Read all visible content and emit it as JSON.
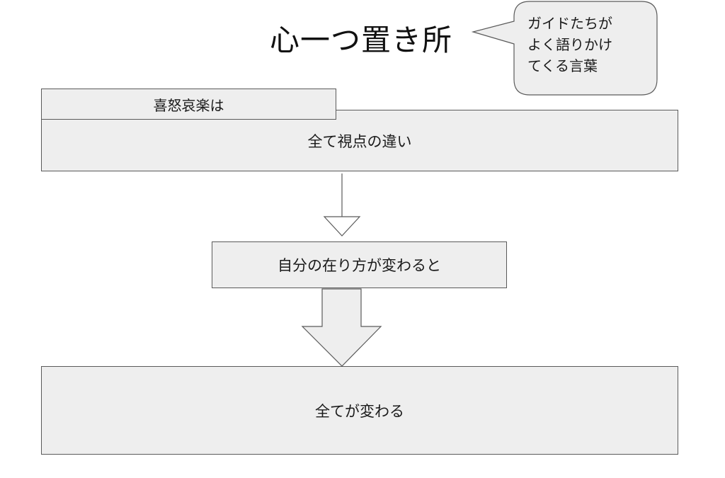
{
  "title": "心一つ置き所",
  "callout": {
    "lines": [
      "ガイドたちが",
      "よく語りかけ",
      "てくる言葉"
    ]
  },
  "tab_label": "喜怒哀楽は",
  "box1_text": "全て視点の違い",
  "box2_text": "自分の在り方が変わると",
  "box3_text": "全てが変わる",
  "colors": {
    "box_fill": "#eeeeee",
    "box_stroke": "#5a5a5a",
    "text": "#1a1a1a"
  }
}
